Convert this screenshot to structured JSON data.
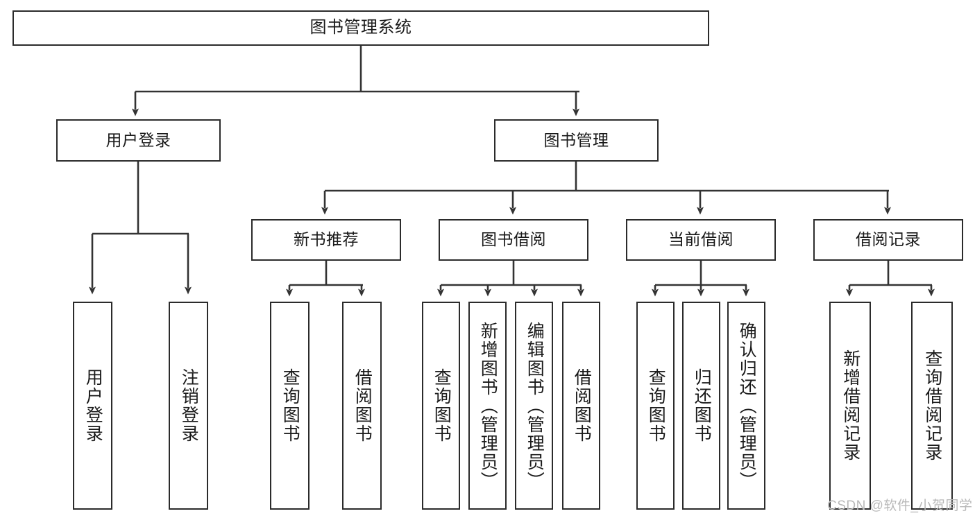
{
  "diagram": {
    "title": "图书管理系统",
    "type": "tree-hierarchy-chart",
    "colors": {
      "box_border": "#2b2b2b",
      "box_fill": "#ffffff",
      "connector": "#333333",
      "text": "#1a1a1a",
      "watermark": "#b9b9b9"
    },
    "root": {
      "label": "图书管理系统"
    },
    "level2": [
      {
        "label": "用户登录"
      },
      {
        "label": "图书管理"
      }
    ],
    "level3": [
      {
        "label": "新书推荐"
      },
      {
        "label": "图书借阅"
      },
      {
        "label": "当前借阅"
      },
      {
        "label": "借阅记录"
      }
    ],
    "leaves_user_login": [
      {
        "label": "用户登录"
      },
      {
        "label": "注销登录"
      }
    ],
    "leaves_new_book": [
      {
        "label": "查询图书"
      },
      {
        "label": "借阅图书"
      }
    ],
    "leaves_borrow": [
      {
        "label": "查询图书"
      },
      {
        "label": "新增图书（管理员）"
      },
      {
        "label": "编辑图书（管理员）"
      },
      {
        "label": "借阅图书"
      }
    ],
    "leaves_current": [
      {
        "label": "查询图书"
      },
      {
        "label": "归还图书"
      },
      {
        "label": "确认归还（管理员）"
      }
    ],
    "leaves_records": [
      {
        "label": "新增借阅记录"
      },
      {
        "label": "查询借阅记录"
      }
    ],
    "watermark": "CSDN @软件_小贺同学"
  }
}
